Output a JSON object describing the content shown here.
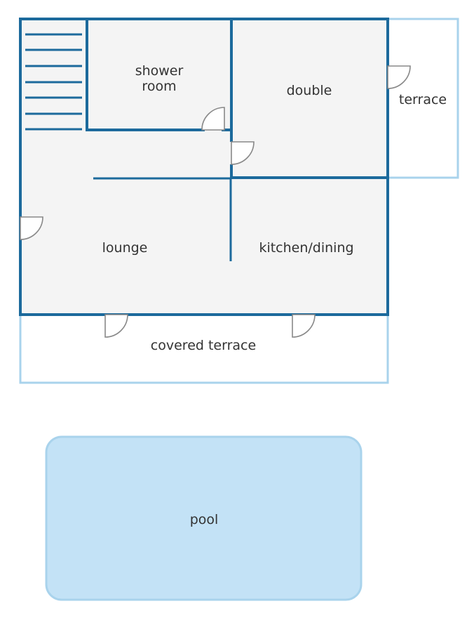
{
  "floor_plan": {
    "rooms": {
      "shower_room": {
        "line1": "shower",
        "line2": "room"
      },
      "double": "double",
      "terrace": "terrace",
      "lounge": "lounge",
      "kitchen_dining": "kitchen/dining",
      "covered_terrace": "covered terrace",
      "pool": "pool"
    },
    "colors": {
      "wall": "#1c6a9c",
      "outdoor_outline": "#a9d3ec",
      "floor": "#f4f4f4",
      "pool_fill": "#c3e2f6",
      "door": "#888888"
    }
  }
}
